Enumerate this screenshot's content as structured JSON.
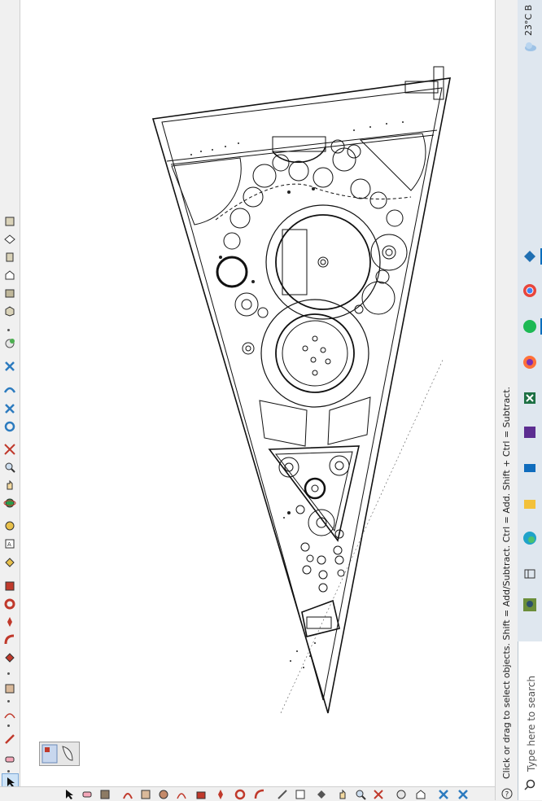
{
  "status_bar": {
    "hint": "Click or drag to select objects. Shift = Add/Subtract. Ctrl = Add. Shift + Ctrl = Subtract."
  },
  "taskbar": {
    "search_placeholder": "Type here to search",
    "weather": "23°C B",
    "apps": [
      {
        "icon": "sketchup-icon",
        "color": "#1f6fb2"
      },
      {
        "icon": "chrome-icon",
        "color": "#e8453c"
      },
      {
        "icon": "spotify-icon",
        "color": "#1db954"
      },
      {
        "icon": "firefox-icon",
        "color": "#ff7139"
      },
      {
        "icon": "excel-icon",
        "color": "#1d7044"
      },
      {
        "icon": "visual-studio-icon",
        "color": "#5c2d91"
      },
      {
        "icon": "mail-icon",
        "color": "#0f6cbd"
      },
      {
        "icon": "file-explorer-icon",
        "color": "#f3c13a"
      },
      {
        "icon": "edge-icon",
        "color": "#1fa3c9"
      },
      {
        "icon": "task-view-icon",
        "color": "#333333"
      },
      {
        "icon": "photo-app-icon",
        "color": "#6b8e3a"
      }
    ]
  },
  "colors": {
    "accent": "#0a6ebd",
    "canvas": "#ffffff",
    "chrome": "#f0f0f0"
  }
}
